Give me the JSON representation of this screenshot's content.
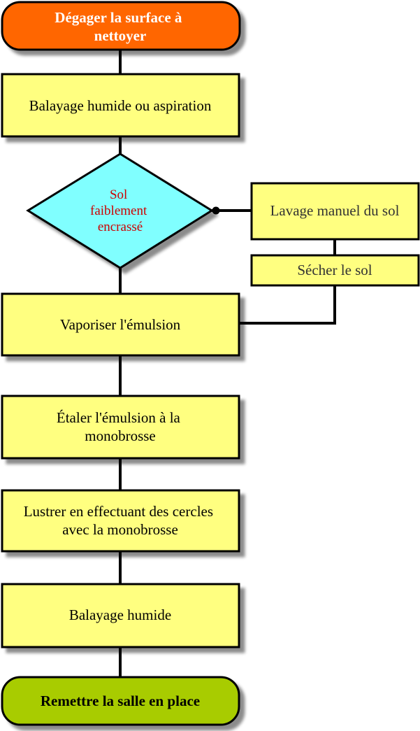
{
  "colors": {
    "start_fill": "#ff6600",
    "end_fill": "#a8cc00",
    "process_fill": "#ffff80",
    "decision_fill": "#80ffff",
    "decision_text": "#cc0000",
    "border": "#000000"
  },
  "nodes": {
    "start": {
      "lines": [
        "Dégager la surface à",
        "nettoyer"
      ]
    },
    "sweep_vacuum": {
      "lines": [
        "Balayage humide ou aspiration"
      ]
    },
    "decision": {
      "lines": [
        "Sol",
        "faiblement",
        "encrassé"
      ]
    },
    "manual_wash": {
      "lines": [
        "Lavage manuel du sol"
      ]
    },
    "dry_floor": {
      "lines": [
        "Sécher le sol"
      ]
    },
    "spray_emulsion": {
      "lines": [
        "Vaporiser l'émulsion"
      ]
    },
    "spread_emulsion": {
      "lines": [
        "Étaler l'émulsion à la",
        "monobrosse"
      ]
    },
    "polish": {
      "lines": [
        "Lustrer en effectuant des cercles",
        "avec la monobrosse"
      ]
    },
    "wet_sweep": {
      "lines": [
        "Balayage humide"
      ]
    },
    "end": {
      "lines": [
        "Remettre la salle en place"
      ]
    }
  }
}
